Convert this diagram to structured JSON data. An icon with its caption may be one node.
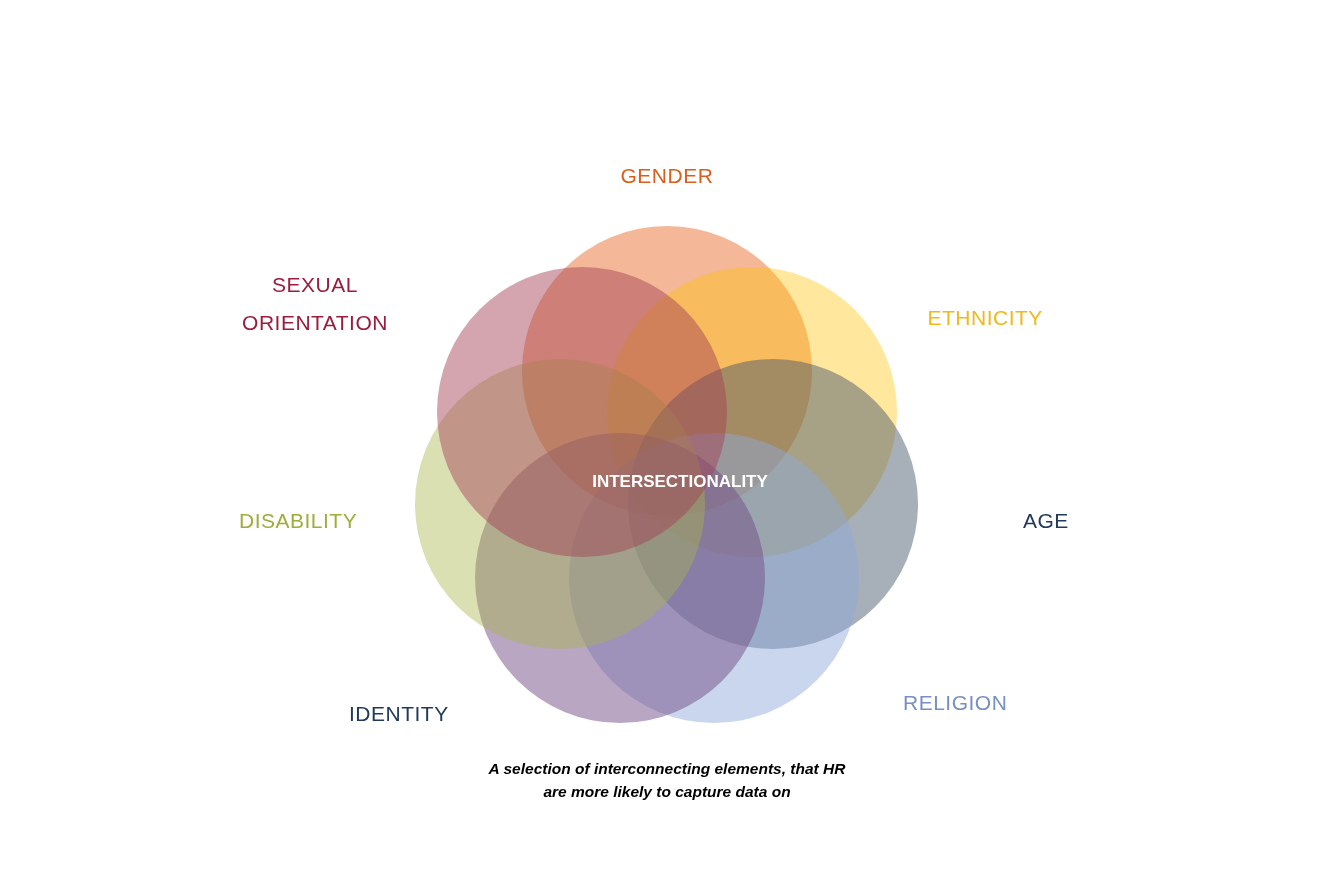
{
  "diagram": {
    "caption": "A selection of interconnecting elements, that HR are more likely to capture data on",
    "nodes": [
      {
        "text": [
          "GENDER"
        ]
      },
      {
        "text": [
          "ETHNICITY"
        ]
      },
      {
        "text": [
          "AGE"
        ]
      },
      {
        "text": [
          "RELIGION"
        ]
      },
      {
        "text": [
          "IDENTITY"
        ]
      },
      {
        "text": [
          "DISABILITY"
        ]
      },
      {
        "text": [
          "SEXUAL ORIENTATION"
        ]
      }
    ],
    "labels": [
      "INTERSECTIONALITY"
    ]
  }
}
